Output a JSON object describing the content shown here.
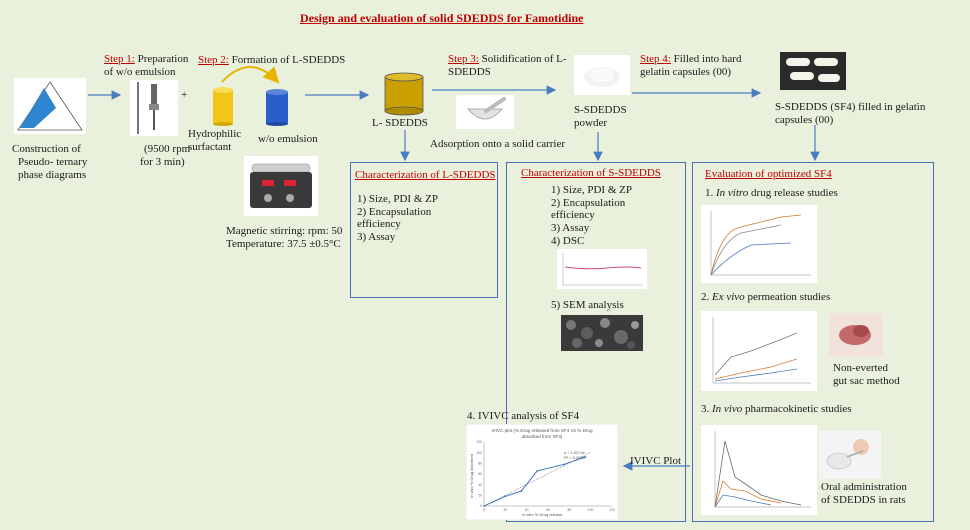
{
  "title": "Design and evaluation of solid SDEDDS for Famotidine",
  "colors": {
    "background": "#e9f1dc",
    "arrow": "#4a7cc1",
    "step_label": "#c00000",
    "box_border": "#4a6fb0"
  },
  "steps": {
    "step1": {
      "label": "Step 1:",
      "text1": " Preparation",
      "text2": "of  w/o emulsion"
    },
    "step2": {
      "label": "Step 2:",
      "text": " Formation of L-SDEDDS"
    },
    "step3": {
      "label": "Step 3:",
      "text1": " Solidification of L-",
      "text2": "SDEDDS"
    },
    "step4": {
      "label": "Step 4:",
      "text1": " Filled into hard",
      "text2": "gelatin capsules (00)"
    }
  },
  "labels": {
    "pseudo1": "Construction of",
    "pseudo2": "Pseudo- ternary",
    "pseudo3": "phase diagrams",
    "rpm1": "(9500 rpm",
    "rpm2": "for 3 min)",
    "plus": "+",
    "hydro1": "Hydrophilic",
    "hydro2": "surfactant",
    "wo": "w/o emulsion",
    "lsdedds": "L- SDEDDS",
    "stir1": "Magnetic stirring:  rpm: 50",
    "stir2": "Temperature: 37.5 ±0.5°C",
    "adsorption": "Adsorption onto a solid carrier",
    "ssdedds1": "S-SDEDDS",
    "ssdedds2": "powder",
    "sf41": "S-SDEDDS (SF4) filled in gelatin",
    "sf42": "capsules (00)",
    "ivivc_plot": "IVIVC Plot",
    "ivivc_title": "4. IVIVC analysis of SF4"
  },
  "box_l": {
    "title": "Characterization of L-SDEDDS",
    "items": [
      "1)  Size, PDI & ZP",
      "2)  Encapsulation",
      "     efficiency",
      "3)  Assay"
    ]
  },
  "box_s": {
    "title": "Characterization of S-SDEDDS",
    "items": [
      "1)  Size, PDI & ZP",
      "2)   Encapsulation",
      "      efficiency",
      "3)  Assay",
      "4)  DSC"
    ],
    "sem": "5)  SEM analysis"
  },
  "box_e": {
    "title": "Evaluation of optimized  SF4",
    "s1_num": "1. ",
    "s1_em": "In vitro",
    "s1_rest": " drug release studies",
    "s2_num": "2. ",
    "s2_em": "Ex vivo",
    "s2_rest": " permeation studies",
    "gut1": "Non-everted",
    "gut2": "gut sac method",
    "s3_num": "3. ",
    "s3_em": "In vivo",
    "s3_rest": " pharmacokinetic studies",
    "oral1": "Oral administration",
    "oral2": "of  SDEDDS in rats"
  },
  "ivivc_chart_text": {
    "t1": "IVIVC plot (% Drug released from SF4 Vs % Drug",
    "t2": "absorbed from SF4)",
    "eq": "y = 1.0074x",
    "r2": "R² = 0.9563",
    "xlabel": "In vitro % Drug release",
    "ylabel": "In vivo % Drug absorbed"
  },
  "chart_data": {
    "type": "line",
    "title": "IVIVC plot (% Drug released from SF4 Vs % Drug absorbed from SF4)",
    "xlabel": "In vitro % Drug release",
    "ylabel": "In vivo % Drug absorbed",
    "xlim": [
      0,
      120
    ],
    "ylim": [
      0,
      120
    ],
    "x_ticks": [
      "0",
      "20",
      "40",
      "60",
      "80",
      "100",
      "120"
    ],
    "y_ticks": [
      "0",
      "20",
      "40",
      "60",
      "80",
      "100",
      "120"
    ],
    "series": [
      {
        "x": [
          0,
          20,
          35,
          50,
          75,
          95
        ],
        "values": [
          0,
          18,
          28,
          66,
          78,
          92
        ]
      },
      {
        "x": [
          0,
          100
        ],
        "values": [
          0,
          100.7
        ]
      }
    ]
  }
}
